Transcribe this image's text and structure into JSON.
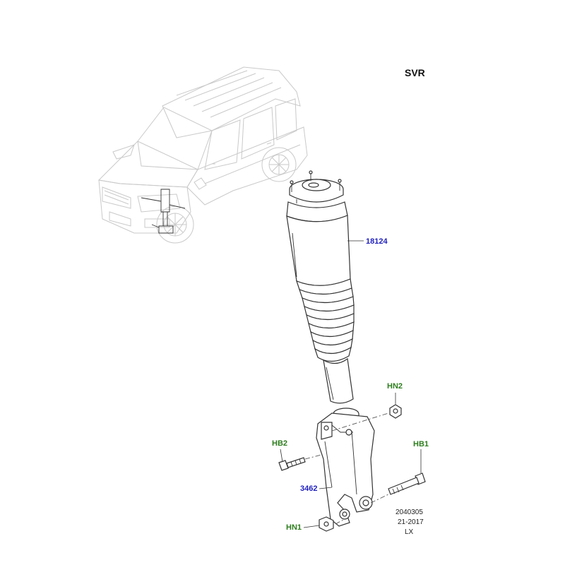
{
  "variant": "SVR",
  "colors": {
    "part_number_label": "#1f1fbf",
    "fastener_label": "#2e7d1e",
    "line_art": "#333333",
    "vehicle_ghost": "#c9c9c9"
  },
  "parts": {
    "shock_absorber": {
      "code": "18124"
    },
    "knuckle": {
      "code": "3462"
    },
    "hb1": {
      "code": "HB1"
    },
    "hb2": {
      "code": "HB2"
    },
    "hn1": {
      "code": "HN1"
    },
    "hn2": {
      "code": "HN2"
    }
  },
  "reference": {
    "line1": "2040305",
    "line2": "21-2017",
    "line3": "LX"
  }
}
